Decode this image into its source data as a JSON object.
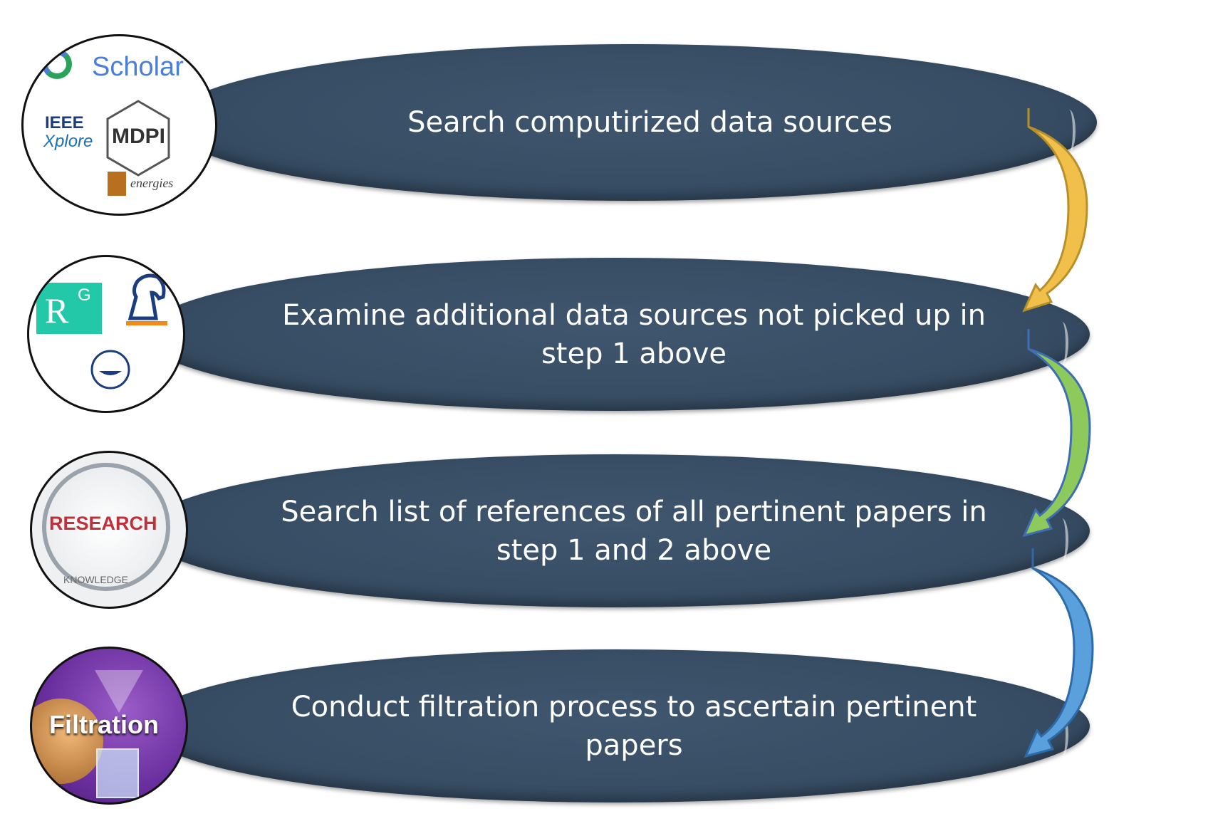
{
  "steps": [
    {
      "text": "Search computirized data sources"
    },
    {
      "text": "Examine additional data sources not picked up in step 1 above"
    },
    {
      "text": "Search list of references of all pertinent papers in step 1 and 2 above"
    },
    {
      "text": "Conduct filtration process to ascertain pertinent papers"
    }
  ],
  "badges": {
    "b1": {
      "scholar": "Scholar",
      "ieee": "IEEE",
      "xplore": "Xplore",
      "mdpi": "MDPI",
      "energies": "energies"
    },
    "b2": {
      "rg": "R",
      "rg_sup": "G"
    },
    "b3": {
      "research": "RESEARCH",
      "knowledge": "KNOWLEDGE"
    },
    "b4": {
      "filtration": "Filtration"
    }
  },
  "colors": {
    "step_fill": "#374d64",
    "arrow_1": "#f0c04a",
    "arrow_2": "#8ec95b",
    "arrow_3": "#5aa0dc"
  }
}
